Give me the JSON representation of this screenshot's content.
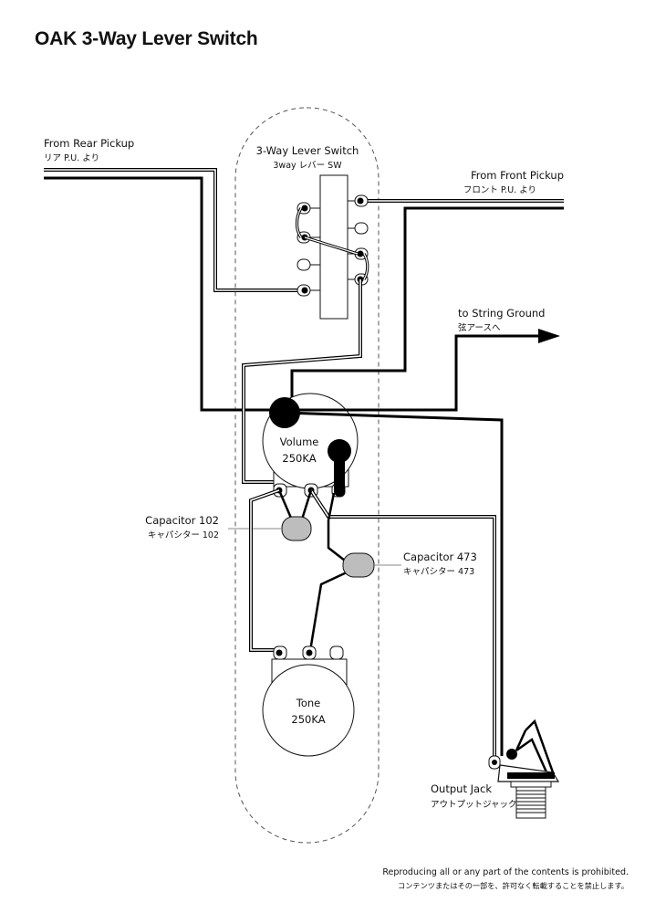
{
  "title": "OAK  3-Way Lever Switch",
  "labels": {
    "rear_pickup_en": "From Rear Pickup",
    "rear_pickup_jp": "リア P.U. より",
    "switch_en": "3-Way Lever Switch",
    "switch_jp": "3way レバー SW",
    "front_pickup_en": "From Front Pickup",
    "front_pickup_jp": "フロント P.U. より",
    "string_ground_en": "to String Ground",
    "string_ground_jp": "弦アースへ",
    "volume_name": "Volume",
    "volume_value": "250KA",
    "cap102_en": "Capacitor 102",
    "cap102_jp": "キャパシター 102",
    "cap473_en": "Capacitor 473",
    "cap473_jp": "キャパシター 473",
    "tone_name": "Tone",
    "tone_value": "250KA",
    "output_jack_en": "Output Jack",
    "output_jack_jp": "アウトプットジャック"
  },
  "footer": {
    "line1": "Reproducing all or any part of the contents is prohibited.",
    "line2": "コンテンツまたはその一部を、許可なく転載することを禁止します。"
  },
  "colors": {
    "wire": "#000000",
    "capacitor_fill": "#bdbdbd",
    "outline": "#111111",
    "leader": "#888888"
  },
  "components": [
    "3-way-lever-switch",
    "volume-pot",
    "tone-pot",
    "capacitor-102",
    "capacitor-473",
    "output-jack"
  ]
}
